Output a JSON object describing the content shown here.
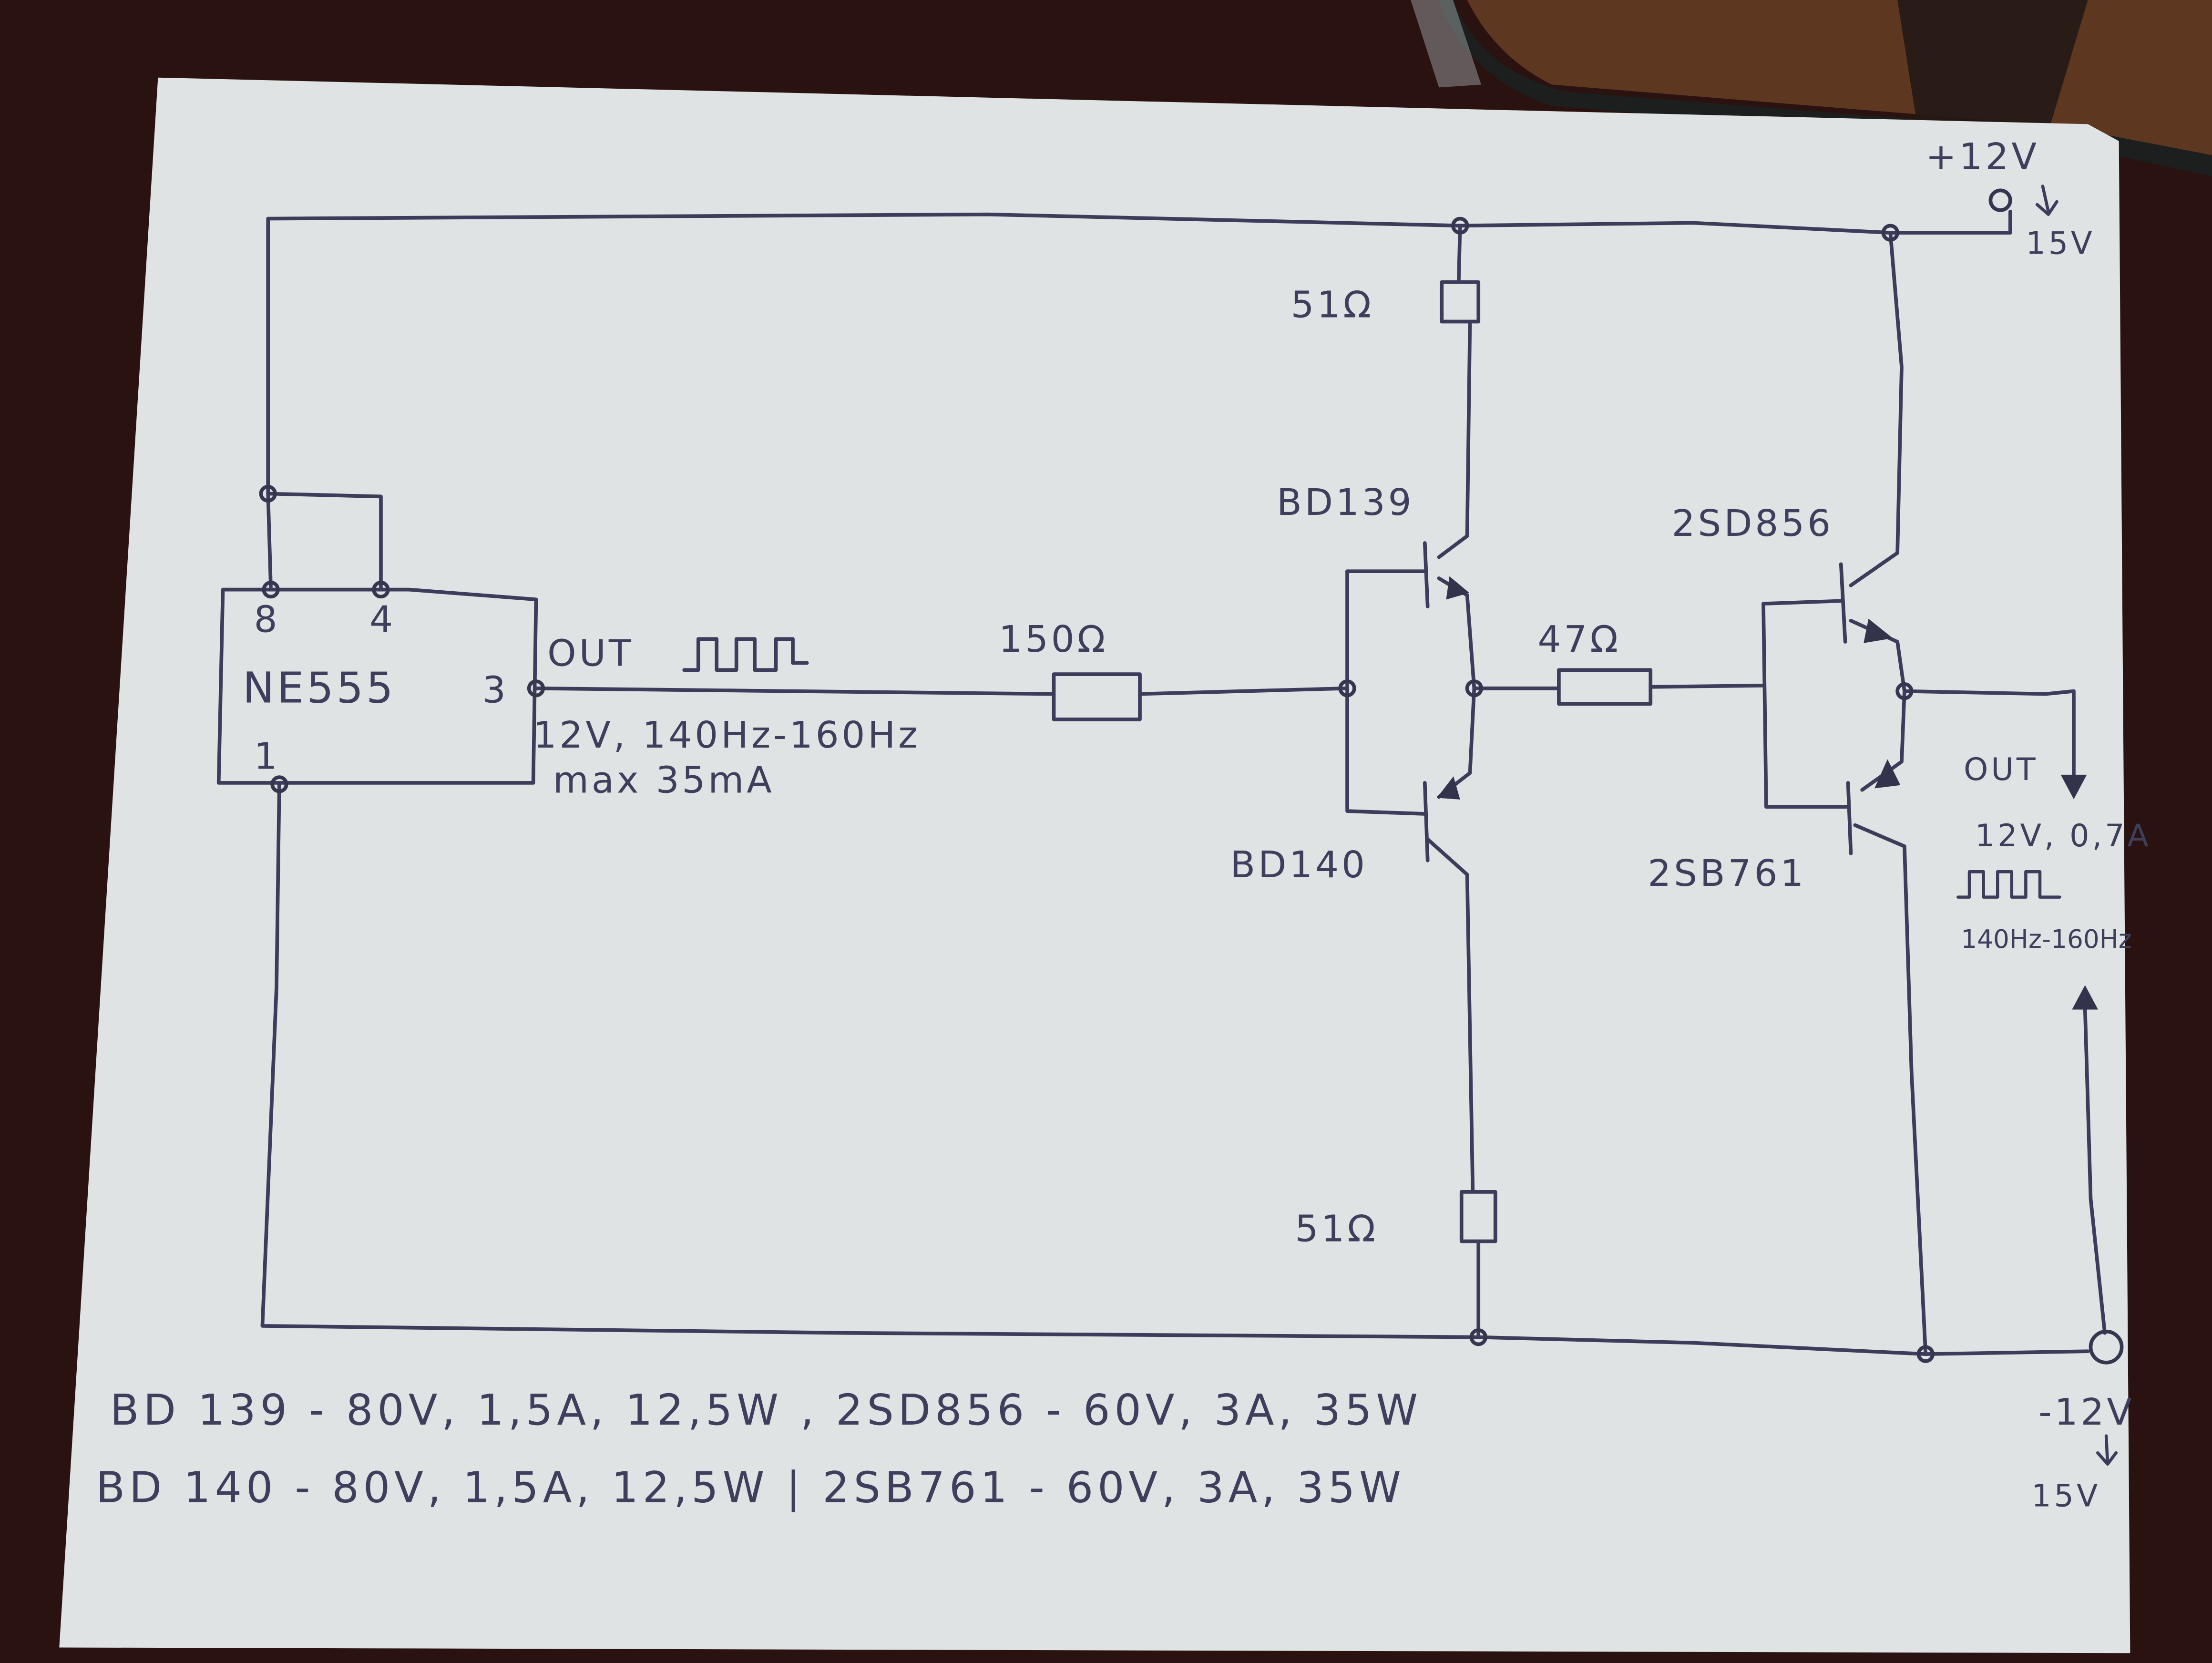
{
  "colors": {
    "desk": "#2a1210",
    "desk_wood": "#6b3f24",
    "paper": "#dfe3e3",
    "ink": "#3c3d5a",
    "glass_frame": "#1c1f1d"
  },
  "supply": {
    "positive": {
      "label": "+12V",
      "alt_label": "15V"
    },
    "negative": {
      "label": "-12V",
      "alt_label": "15V"
    }
  },
  "ic": {
    "name": "NE555",
    "pins": {
      "vcc": "8",
      "reset": "4",
      "out": "3",
      "gnd": "1"
    },
    "output": {
      "label": "OUT",
      "spec_line1": "12V, 140Hz-160Hz",
      "spec_line2": "max 35mA"
    }
  },
  "resistors": {
    "r_top": "51Ω",
    "r_bottom": "51Ω",
    "r_base": "150Ω",
    "r_mid": "47Ω"
  },
  "transistors": {
    "driver_npn": "BD139",
    "driver_pnp": "BD140",
    "power_npn": "2SD856",
    "power_pnp": "2SB761"
  },
  "output": {
    "label": "OUT",
    "spec_line1": "12V, 0,7A",
    "spec_line2": "140Hz-160Hz"
  },
  "specs": [
    {
      "text": "BD 139 - 80V, 1,5A, 12,5W ,  2SD856 - 60V, 3A, 35W"
    },
    {
      "text": "BD 140 - 80V, 1,5A, 12,5W | 2SB761 - 60V, 3A, 35W"
    }
  ]
}
